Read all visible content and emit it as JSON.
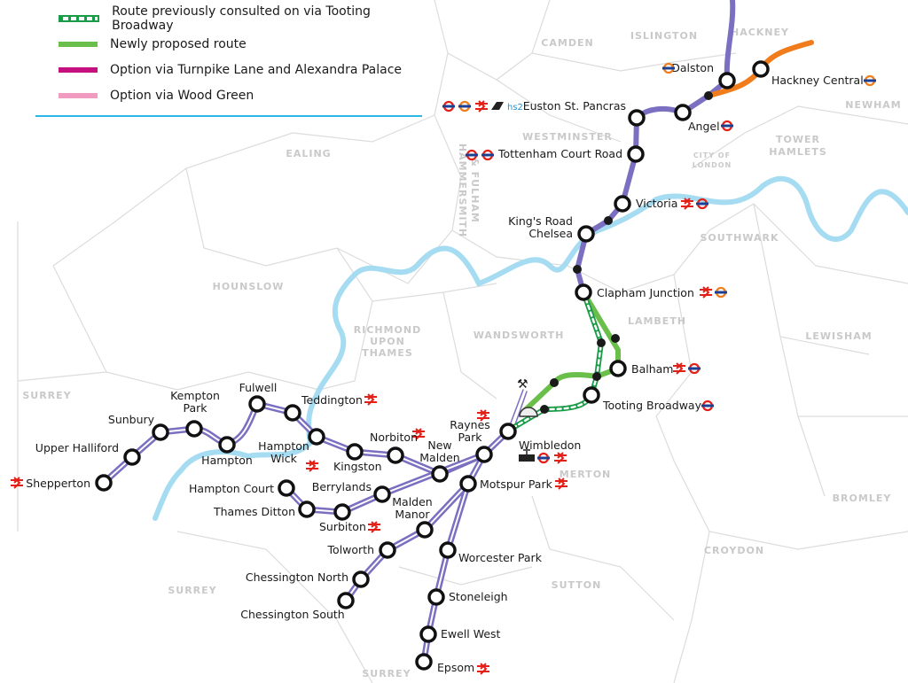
{
  "legend": [
    {
      "label": "Route previously consulted on via Tooting Broadway",
      "style": "dashed",
      "color": "#1a9b47"
    },
    {
      "label": "Newly proposed route",
      "style": "solid",
      "color": "#6abf4b"
    },
    {
      "label": "Option via Turnpike Lane and Alexandra Palace",
      "style": "solid",
      "color": "#c4117f"
    },
    {
      "label": "Option via Wood Green",
      "style": "solid",
      "color": "#f29bc0"
    }
  ],
  "colors": {
    "route": "#7a6fc0",
    "river": "#a6dcf2",
    "new_route": "#6abf4b",
    "old_route": "#1a9b47",
    "overground": "#f07c1c",
    "rail": "#e32017",
    "tube": "#1c3f94"
  },
  "boroughs": [
    "CAMDEN",
    "ISLINGTON",
    "HACKNEY",
    "NEWHAM",
    "TOWER",
    "HAMLETS",
    "CITY OF",
    "LONDON",
    "WESTMINSTER",
    "HAMMERSMITH",
    "& FULHAM",
    "EALING",
    "HOUNSLOW",
    "RICHMOND",
    "UPON",
    "THAMES",
    "WANDSWORTH",
    "LAMBETH",
    "SOUTHWARK",
    "LEWISHAM",
    "SURREY",
    "SURREY",
    "SURREY",
    "MERTON",
    "SUTTON",
    "CROYDON",
    "BROMLEY"
  ],
  "stations": [
    {
      "name": "Dalston",
      "icons": [
        "overground"
      ]
    },
    {
      "name": "Hackney Central",
      "icons": [
        "overground"
      ]
    },
    {
      "name": "Angel",
      "icons": [
        "tube"
      ]
    },
    {
      "name": "Euston St. Pancras",
      "icons": [
        "tube",
        "overground",
        "rail",
        "eurostar",
        "hs2"
      ]
    },
    {
      "name": "Tottenham Court Road",
      "icons": [
        "tube",
        "tube"
      ]
    },
    {
      "name": "Victoria",
      "icons": [
        "rail",
        "tube"
      ]
    },
    {
      "name": "King's Road",
      "name2": "Chelsea",
      "icons": []
    },
    {
      "name": "Clapham Junction",
      "icons": [
        "rail",
        "overground"
      ]
    },
    {
      "name": "Balham",
      "icons": [
        "rail",
        "tube"
      ]
    },
    {
      "name": "Tooting Broadway",
      "icons": [
        "tube"
      ]
    },
    {
      "name": "Wimbledon",
      "icons": [
        "tram",
        "tube",
        "rail"
      ]
    },
    {
      "name": "Raynes",
      "name2": "Park",
      "icons": [
        "rail"
      ]
    },
    {
      "name": "New",
      "name2": "Malden",
      "icons": [
        "rail"
      ]
    },
    {
      "name": "Motspur Park",
      "icons": [
        "rail"
      ]
    },
    {
      "name": "Norbiton",
      "icons": []
    },
    {
      "name": "Kingston",
      "icons": [
        "rail"
      ]
    },
    {
      "name": "Berrylands",
      "icons": []
    },
    {
      "name": "Malden",
      "name2": "Manor",
      "icons": []
    },
    {
      "name": "Surbiton",
      "icons": [
        "rail"
      ]
    },
    {
      "name": "Thames Ditton",
      "icons": []
    },
    {
      "name": "Hampton Court",
      "icons": []
    },
    {
      "name": "Tolworth",
      "icons": []
    },
    {
      "name": "Chessington North",
      "icons": []
    },
    {
      "name": "Chessington South",
      "icons": []
    },
    {
      "name": "Worcester Park",
      "icons": []
    },
    {
      "name": "Stoneleigh",
      "icons": []
    },
    {
      "name": "Ewell West",
      "icons": []
    },
    {
      "name": "Epsom",
      "icons": [
        "rail"
      ]
    },
    {
      "name": "Hampton",
      "name2": "Wick",
      "icons": []
    },
    {
      "name": "Teddington",
      "icons": [
        "rail"
      ]
    },
    {
      "name": "Fulwell",
      "icons": []
    },
    {
      "name": "Hampton",
      "icons": []
    },
    {
      "name": "Kempton",
      "name2": "Park",
      "icons": []
    },
    {
      "name": "Sunbury",
      "icons": []
    },
    {
      "name": "Upper Halliford",
      "icons": []
    },
    {
      "name": "Shepperton",
      "icons": [
        "rail"
      ]
    }
  ]
}
